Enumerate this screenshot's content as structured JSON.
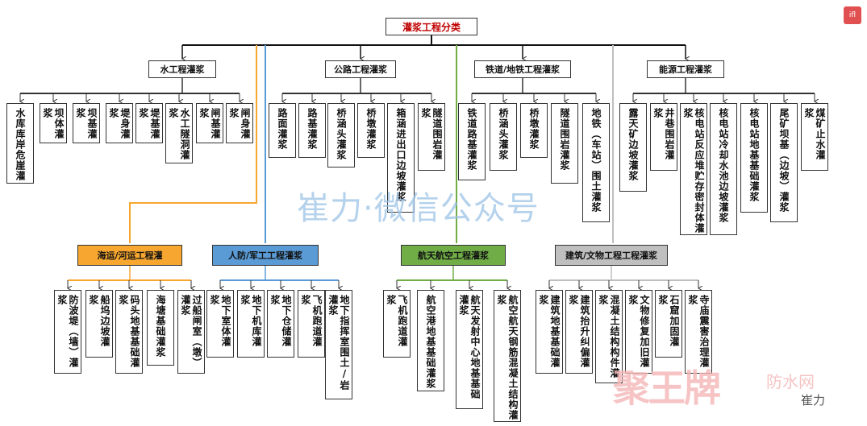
{
  "root": "灌浆工程分类",
  "categories": [
    {
      "label": "水工程灌浆",
      "children": [
        "水库库岸危崖灌",
        "坝体灌浆",
        "坝基灌浆",
        "堤身灌浆",
        "堤基灌浆",
        "水工隧洞灌浆",
        "闸基灌浆",
        "闸身灌浆"
      ]
    },
    {
      "label": "公路工程灌浆",
      "children": [
        "路面灌浆",
        "路基灌浆",
        "桥涵头灌浆",
        "桥墩灌浆",
        "箱涵进出口边坡灌浆",
        "隧道围岩灌浆"
      ]
    },
    {
      "label": "铁道/地铁工程灌浆",
      "children": [
        "铁道路基灌浆",
        "桥涵头灌浆",
        "桥墩灌浆",
        "隧道围岩灌浆",
        "地铁（车站）围土灌浆"
      ]
    },
    {
      "label": "能源工程灌浆",
      "children": [
        "露天矿边坡灌浆",
        "井巷围岩灌浆",
        "核电站反应堆贮存密封体灌浆",
        "核电站冷却水池边坡灌浆",
        "核电站地基基础灌浆",
        "尾矿坝基（边坡）灌浆",
        "煤矿止水灌浆"
      ]
    },
    {
      "label": "海运/河运工程灌",
      "children": [
        "防波堤（墙）灌浆",
        "船坞边坡灌浆",
        "码头地基基础灌浆",
        "海塘基础灌浆",
        "过船闸室（墩）灌浆"
      ]
    },
    {
      "label": "人防/军工工程灌浆",
      "children": [
        "地下室体灌浆",
        "地下机库灌浆",
        "地下仓储灌浆",
        "飞机跑道灌浆",
        "地下指挥室围土/岩灌浆"
      ]
    },
    {
      "label": "航天航空工程灌浆",
      "children": [
        "飞机跑道灌浆",
        "航空港地基基础灌浆",
        "航天发射中心地基基础灌浆",
        "航空航天钢筋混凝土结构灌浆"
      ]
    },
    {
      "label": "建筑/文物工程工程灌浆",
      "children": [
        "建筑地基基础灌浆",
        "建筑抬升纠偏灌浆",
        "混凝土结构构件灌浆",
        "文物修复加旧灌浆",
        "石窟加固灌浆",
        "寺庙震害治理灌浆"
      ]
    }
  ],
  "watermarks": {
    "center": "崔力·微信公众号",
    "logo": "聚王牌",
    "site": "防水网",
    "badge": "ifl",
    "signature": "崔力"
  },
  "colors": {
    "orange": "#f7a630",
    "blue": "#5b9bd5",
    "green": "#70ad47",
    "gray": "#bfbfbf",
    "root_text": "#c00000"
  }
}
